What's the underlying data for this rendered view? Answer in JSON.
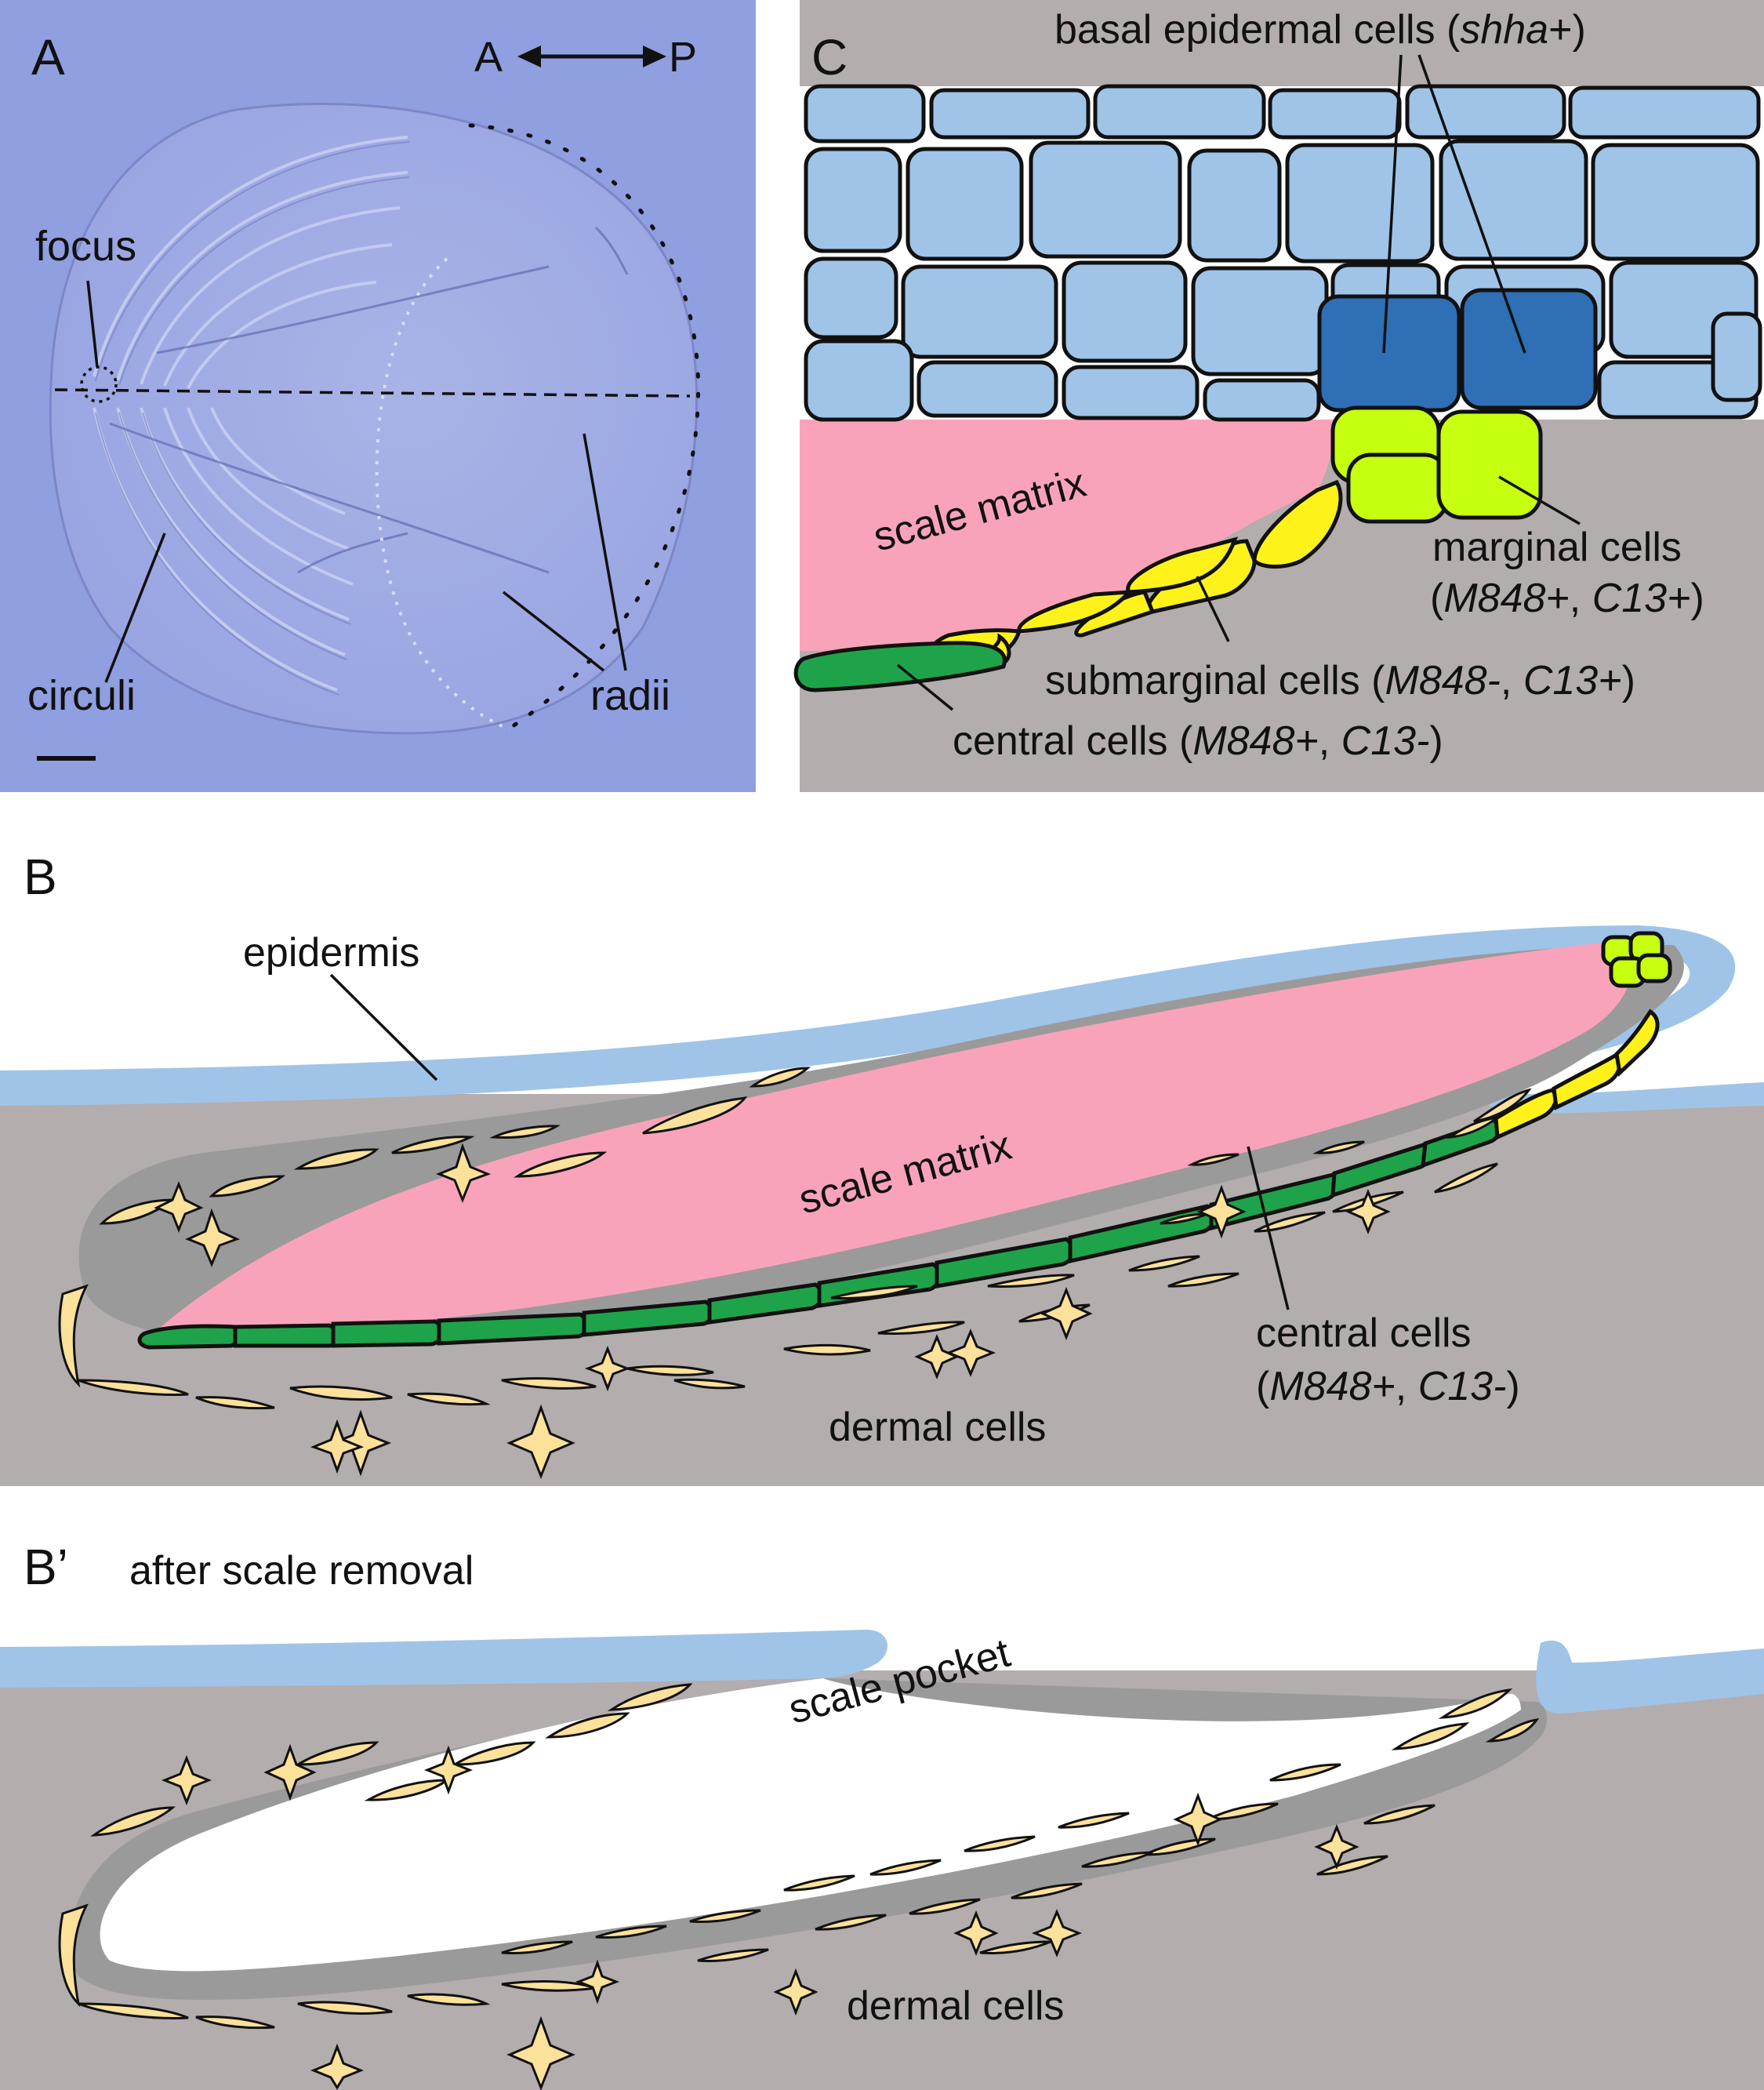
{
  "panel_a": {
    "letter": "A",
    "axis_left": "A",
    "axis_right": "P",
    "focus": "focus",
    "circuli": "circuli",
    "radii": "radii",
    "colors": {
      "background": "#8f9fe0"
    }
  },
  "panel_c": {
    "letter": "C",
    "basal_prefix": "basal epidermal cells (",
    "basal_gene": "shha",
    "basal_suffix": "+)",
    "scale_matrix": "scale matrix",
    "marginal_line1": "marginal cells",
    "marginal_open": "(",
    "marginal_gene1": "M848+",
    "marginal_sep": ", ",
    "marginal_gene2": "C13+",
    "marginal_close": ")",
    "submarginal_prefix": "submarginal cells (",
    "submarginal_gene1": "M848-",
    "submarginal_sep": ", ",
    "submarginal_gene2": "C13+",
    "submarginal_close": ")",
    "central_prefix": "central cells (",
    "central_gene1": "M848+",
    "central_sep": ", ",
    "central_gene2": "C13-",
    "central_close": ")"
  },
  "panel_b": {
    "letter": "B",
    "epidermis": "epidermis",
    "scale_matrix": "scale matrix",
    "central_line1": "central cells",
    "central_open": "(",
    "central_gene1": "M848+",
    "central_sep": ", ",
    "central_gene2": "C13-",
    "central_close": ")",
    "dermal_cells": "dermal cells"
  },
  "panel_b_prime": {
    "letter": "B’",
    "title": "after scale removal",
    "scale_pocket": "scale pocket",
    "dermal_cells": "dermal cells"
  },
  "colors": {
    "epidermis": "#a0c4e8",
    "basal_epidermal": "#2e6fb5",
    "marginal": "#c6ff10",
    "submarginal": "#fff21a",
    "central": "#1fa34a",
    "scale_matrix": "#f9a3ba",
    "dermis": "#b3adad",
    "dermal_sheath": "#9a9a9a",
    "dermal_cell": "#fbe19a"
  }
}
